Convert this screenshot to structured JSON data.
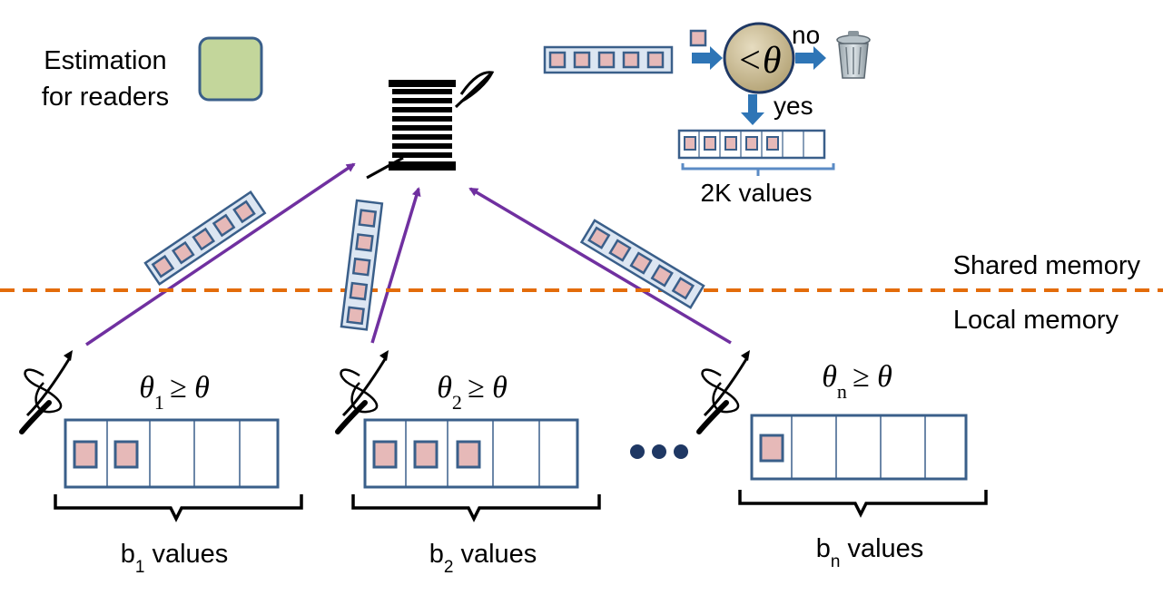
{
  "legend": {
    "line1": "Estimation",
    "line2": "for readers",
    "swatch_color": "#c3d69b"
  },
  "filter": {
    "symbol": "<θ",
    "no_label": "no",
    "yes_label": "yes",
    "sample_label": "2K values"
  },
  "memory": {
    "shared_label": "Shared memory",
    "local_label": "Local memory"
  },
  "buffers": [
    {
      "threshold": "θ",
      "sub": "1",
      "relation": "≥ θ",
      "count_prefix": "b",
      "count_suffix": "values",
      "filled": 2
    },
    {
      "threshold": "θ",
      "sub": "2",
      "relation": "≥ θ",
      "count_prefix": "b",
      "count_suffix": "values",
      "filled": 3
    },
    {
      "threshold": "θ",
      "sub": "n",
      "relation": "≥ θ",
      "count_prefix": "b",
      "count_suffix": "values",
      "filled": 1
    }
  ],
  "colors": {
    "box_stroke": "#3a5f8a",
    "item_fill": "#e6b9b8",
    "arrow_purple": "#7030a0",
    "arrow_blue": "#2e75b6",
    "divider_orange": "#e36c0a",
    "theta_fill": "#c4b591"
  },
  "icons": [
    "spool-icon",
    "needle-icon",
    "trash-can-icon",
    "ellipsis-icon"
  ]
}
